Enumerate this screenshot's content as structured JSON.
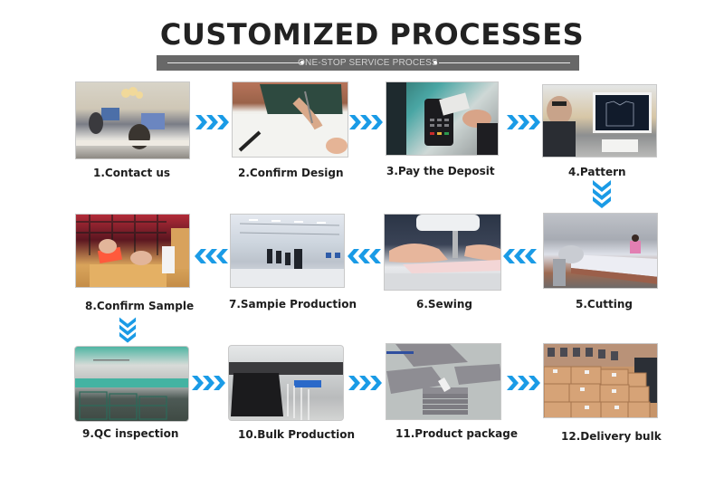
{
  "header": {
    "title": "CUSTOMIZED PROCESSES",
    "subtitle": "ONE-STOP SERVICE PROCESS"
  },
  "colors": {
    "arrow": "#1a9be6",
    "banner": "#686868",
    "title": "#222222"
  },
  "steps": [
    {
      "label": "1.Contact us",
      "image": "office-workers-at-computers"
    },
    {
      "label": "2.Confirm Design",
      "image": "hand-sketching-design"
    },
    {
      "label": "3.Pay the Deposit",
      "image": "card-payment-terminal"
    },
    {
      "label": "4.Pattern",
      "image": "man-at-cad-monitor"
    },
    {
      "label": "5.Cutting",
      "image": "fabric-cutting-floor"
    },
    {
      "label": "6.Sewing",
      "image": "sewing-machine-hands"
    },
    {
      "label": "7.Sampie Production",
      "image": "production-line"
    },
    {
      "label": "8.Confirm Sample",
      "image": "taping-shipping-box"
    },
    {
      "label": "9.QC inspection",
      "image": "warehouse-racks"
    },
    {
      "label": "10.Bulk Production",
      "image": "bulk-fabric-pallets"
    },
    {
      "label": "11.Product package",
      "image": "folded-grey-garments"
    },
    {
      "label": "12.Delivery bulk",
      "image": "stacked-cartons"
    }
  ],
  "arrows": [
    {
      "from": 1,
      "to": 2,
      "direction": "right"
    },
    {
      "from": 2,
      "to": 3,
      "direction": "right"
    },
    {
      "from": 3,
      "to": 4,
      "direction": "right"
    },
    {
      "from": 4,
      "to": 5,
      "direction": "down"
    },
    {
      "from": 5,
      "to": 6,
      "direction": "left"
    },
    {
      "from": 6,
      "to": 7,
      "direction": "left"
    },
    {
      "from": 7,
      "to": 8,
      "direction": "left"
    },
    {
      "from": 8,
      "to": 9,
      "direction": "down"
    },
    {
      "from": 9,
      "to": 10,
      "direction": "right"
    },
    {
      "from": 10,
      "to": 11,
      "direction": "right"
    },
    {
      "from": 11,
      "to": 12,
      "direction": "right"
    }
  ]
}
